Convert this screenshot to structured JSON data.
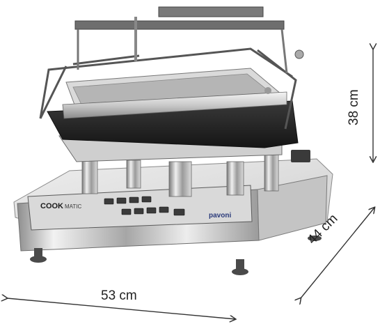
{
  "dimensions": {
    "width_label": "53 cm",
    "depth_label": "44 cm",
    "height_label": "38 cm"
  },
  "panel": {
    "brand_left": "COOK",
    "brand_left_suffix": "MATIC",
    "brand_right": "pavoni"
  },
  "colors": {
    "steel_light": "#e9e9e9",
    "steel_mid": "#b8b8b8",
    "steel_dark": "#6e6e6e",
    "plate_dark": "#2b2b2b",
    "panel_dark": "#1a1a1a",
    "arrow": "#333333"
  }
}
